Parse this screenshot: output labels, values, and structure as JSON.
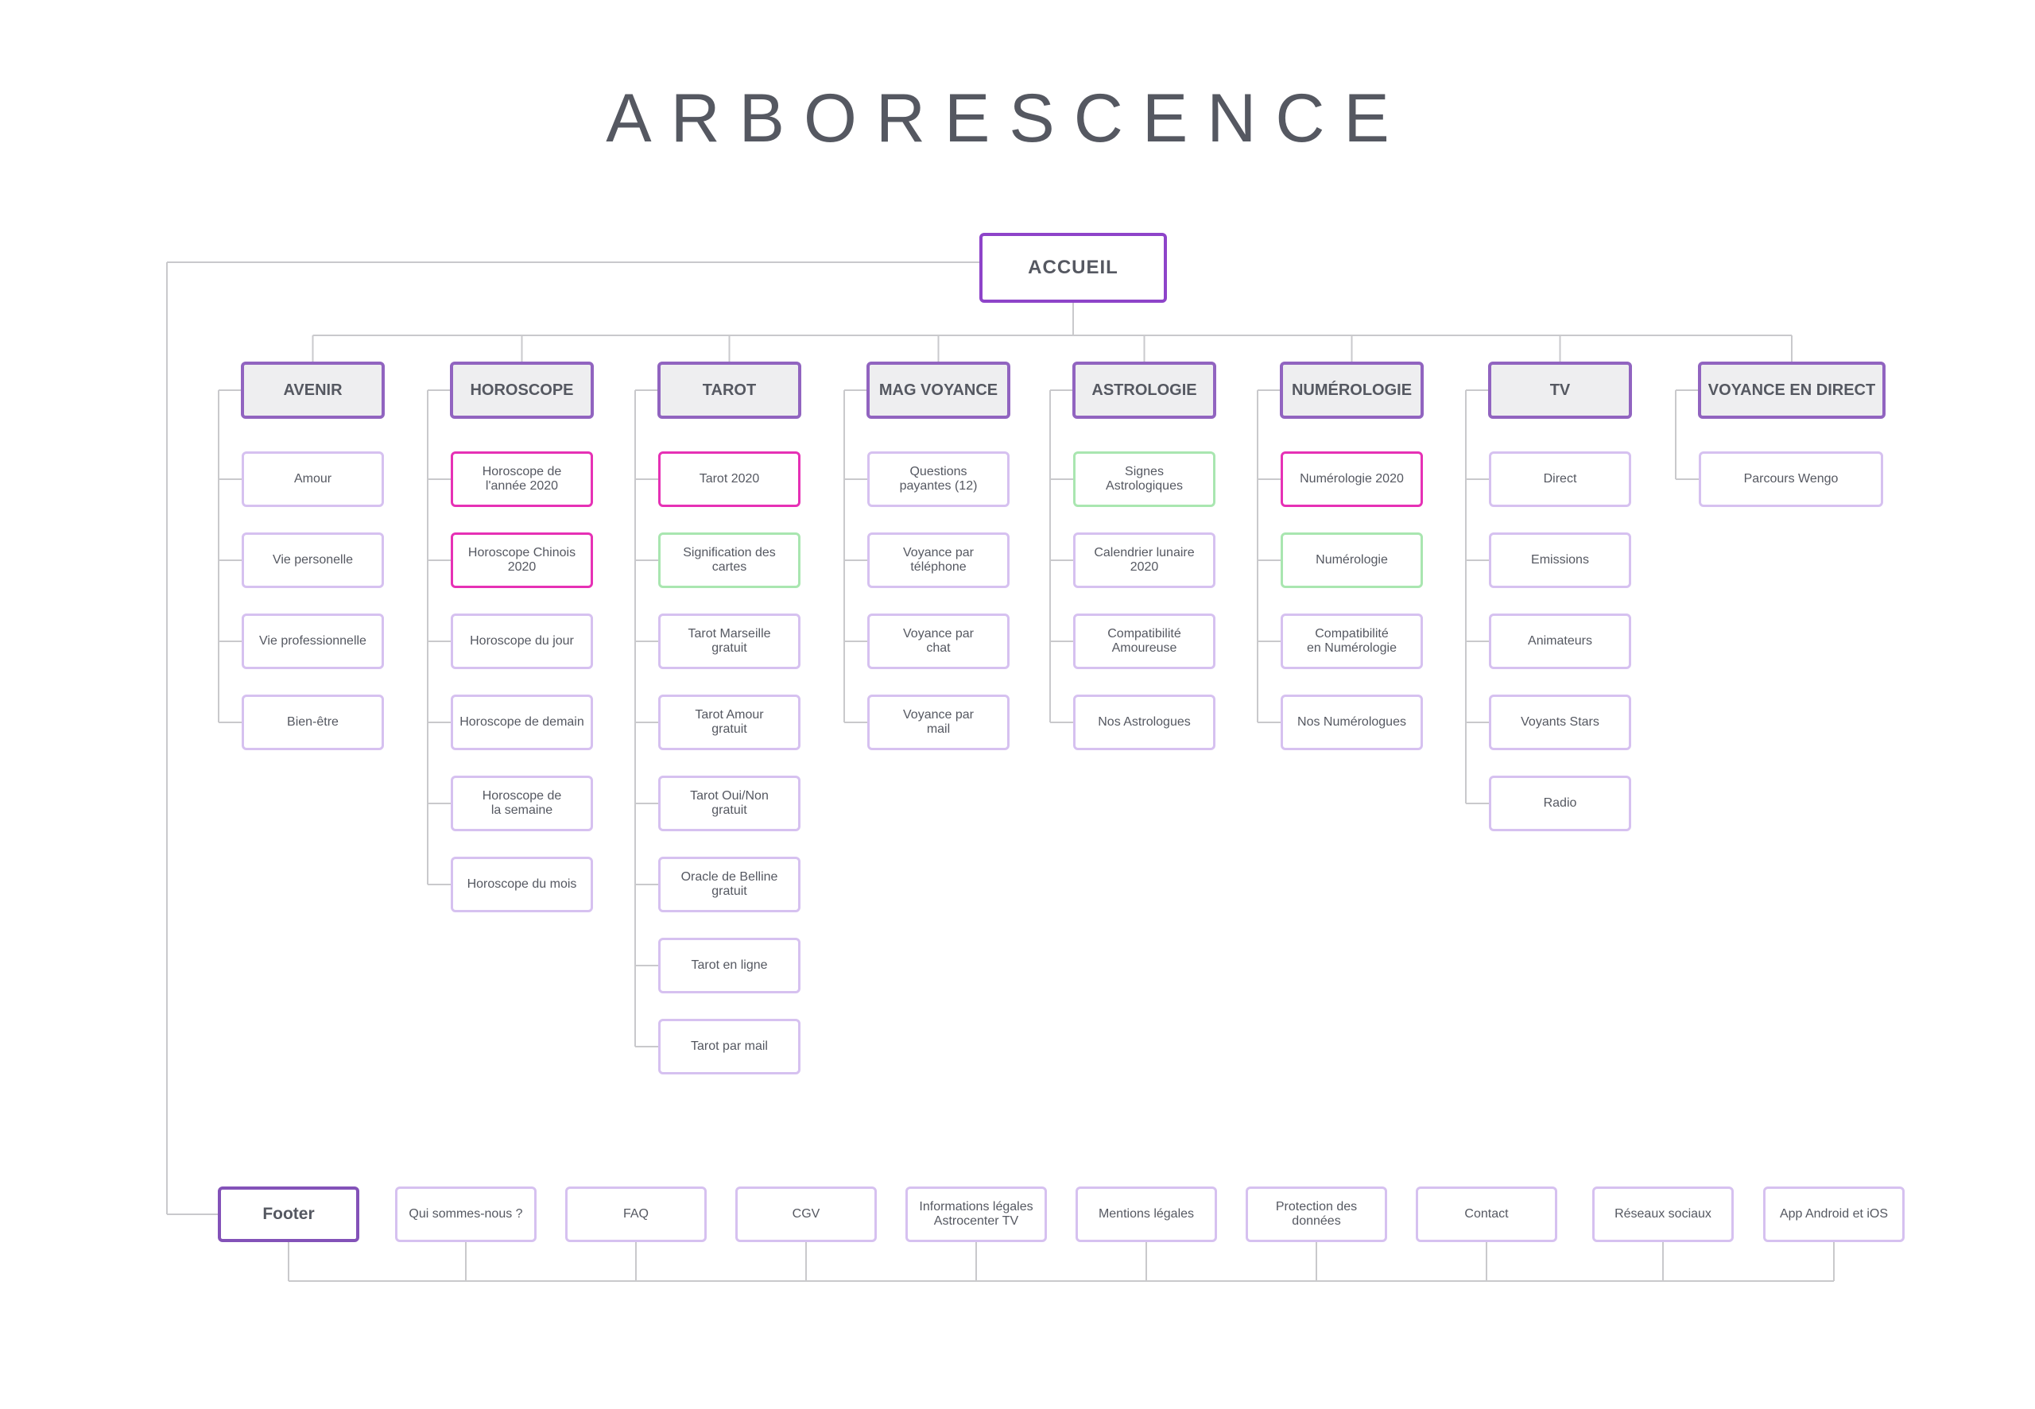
{
  "title": "ARBORESCENCE",
  "colors": {
    "root_border": "#8e44c9",
    "category_border": "#9164c0",
    "category_fill": "#eeeef0",
    "child_border": "#d6c1f0",
    "highlight_pink": "#e631b5",
    "highlight_green": "#a9e6b0",
    "connector": "#c9c9cc",
    "text": "#555861"
  },
  "root": {
    "label": "ACCUEIL"
  },
  "categories": [
    {
      "label": "AVENIR",
      "children": [
        {
          "label": "Amour"
        },
        {
          "label": "Vie personelle"
        },
        {
          "label": "Vie professionnelle"
        },
        {
          "label": "Bien-être"
        }
      ]
    },
    {
      "label": "HOROSCOPE",
      "children": [
        {
          "label": "Horoscope de\nl'année 2020",
          "highlight": "pink"
        },
        {
          "label": "Horoscope Chinois\n2020",
          "highlight": "pink"
        },
        {
          "label": "Horoscope du jour"
        },
        {
          "label": "Horoscope de demain"
        },
        {
          "label": "Horoscope de\nla semaine"
        },
        {
          "label": "Horoscope du mois"
        }
      ]
    },
    {
      "label": "TAROT",
      "children": [
        {
          "label": "Tarot 2020",
          "highlight": "pink"
        },
        {
          "label": "Signification des\ncartes",
          "highlight": "green"
        },
        {
          "label": "Tarot Marseille\ngratuit"
        },
        {
          "label": "Tarot Amour\ngratuit"
        },
        {
          "label": "Tarot Oui/Non\ngratuit"
        },
        {
          "label": "Oracle de Belline\ngratuit"
        },
        {
          "label": "Tarot en ligne"
        },
        {
          "label": "Tarot par mail"
        }
      ]
    },
    {
      "label": "MAG VOYANCE",
      "children": [
        {
          "label": "Questions\npayantes (12)"
        },
        {
          "label": "Voyance par\ntéléphone"
        },
        {
          "label": "Voyance par\nchat"
        },
        {
          "label": "Voyance par\nmail"
        }
      ]
    },
    {
      "label": "ASTROLOGIE",
      "children": [
        {
          "label": "Signes\nAstrologiques",
          "highlight": "green"
        },
        {
          "label": "Calendrier lunaire\n2020"
        },
        {
          "label": "Compatibilité\nAmoureuse"
        },
        {
          "label": "Nos Astrologues"
        }
      ]
    },
    {
      "label": "NUMÉROLOGIE",
      "children": [
        {
          "label": "Numérologie 2020",
          "highlight": "pink"
        },
        {
          "label": "Numérologie",
          "highlight": "green"
        },
        {
          "label": "Compatibilité\nen Numérologie"
        },
        {
          "label": "Nos Numérologues"
        }
      ]
    },
    {
      "label": "TV",
      "children": [
        {
          "label": "Direct"
        },
        {
          "label": "Emissions"
        },
        {
          "label": "Animateurs"
        },
        {
          "label": "Voyants Stars"
        },
        {
          "label": "Radio"
        }
      ]
    },
    {
      "label": "VOYANCE EN DIRECT",
      "children": [
        {
          "label": "Parcours Wengo"
        }
      ]
    }
  ],
  "footer": {
    "label": "Footer",
    "items": [
      {
        "label": "Qui sommes-nous ?"
      },
      {
        "label": "FAQ"
      },
      {
        "label": "CGV"
      },
      {
        "label": "Informations légales\nAstrocenter TV"
      },
      {
        "label": "Mentions légales"
      },
      {
        "label": "Protection des\ndonnées"
      },
      {
        "label": "Contact"
      },
      {
        "label": "Réseaux sociaux"
      },
      {
        "label": "App Android et iOS"
      }
    ]
  }
}
